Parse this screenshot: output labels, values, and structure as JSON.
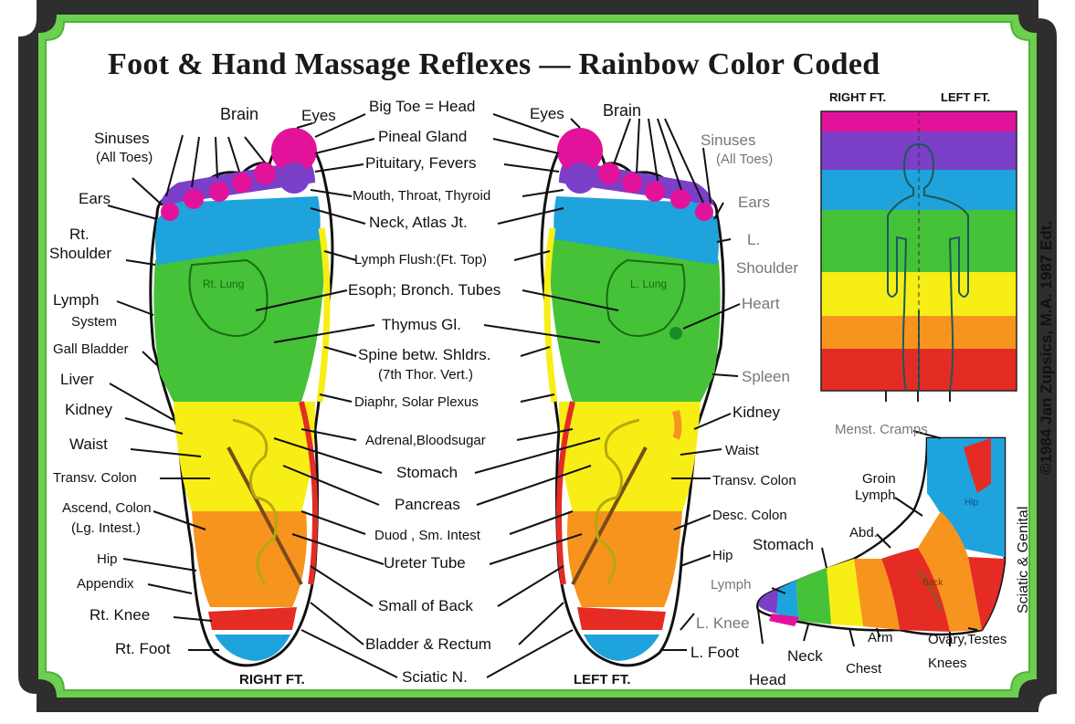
{
  "title": "Foot & Hand Massage Reflexes — Rainbow Color Coded",
  "copyright": "©1984 Jan Zupsics, M.A. 1987 Edt.",
  "foot_captions": {
    "right": "RIGHT FT.",
    "left": "LEFT FT."
  },
  "chart_captions": {
    "right": "RIGHT FT.",
    "left": "LEFT FT."
  },
  "center_labels": [
    "Big Toe = Head",
    "Pineal Gland",
    "Pituitary, Fevers",
    "Mouth, Throat, Thyroid",
    "Neck, Atlas Jt.",
    "Lymph Flush:(Ft. Top)",
    "Esoph; Bronch. Tubes",
    "Thymus Gl.",
    "Spine betw. Shldrs.",
    "(7th Thor. Vert.)",
    "Diaphr, Solar Plexus",
    "Adrenal,Bloodsugar",
    "Stomach",
    "Pancreas",
    "Duod , Sm. Intest",
    "Ureter Tube",
    "Small of Back",
    "Bladder & Rectum",
    "Sciatic N."
  ],
  "right_foot_labels": {
    "brain": "Brain",
    "eyes": "Eyes",
    "sinuses": "Sinuses",
    "all_toes": "(All Toes)",
    "ears": "Ears",
    "shoulder_1": "Rt.",
    "shoulder_2": "Shoulder",
    "lymph_1": "Lymph",
    "lymph_2": "System",
    "gall": "Gall Bladder",
    "liver": "Liver",
    "kidney": "Kidney",
    "waist": "Waist",
    "transv": "Transv. Colon",
    "ascend": "Ascend, Colon",
    "lg_intest": "(Lg. Intest.)",
    "hip": "Hip",
    "appendix": "Appendix",
    "knee": "Rt. Knee",
    "foot": "Rt. Foot",
    "lung": "Rt. Lung"
  },
  "left_foot_labels": {
    "eyes": "Eyes",
    "brain": "Brain",
    "sinuses": "Sinuses",
    "all_toes": "(All Toes)",
    "ears": "Ears",
    "shoulder_1": "L.",
    "shoulder_2": "Shoulder",
    "heart": "Heart",
    "spleen": "Spleen",
    "kidney": "Kidney",
    "waist": "Waist",
    "transv": "Transv. Colon",
    "desc": "Desc. Colon",
    "hip": "Hip",
    "lymph": "Lymph",
    "knee": "L. Knee",
    "foot": "L. Foot",
    "lung": "L. Lung"
  },
  "side_foot_labels": {
    "menst": "Menst. Cramps",
    "groin": "Groin",
    "groin_lymph": "Lymph",
    "abd": "Abd.",
    "stomach": "Stomach",
    "arm": "Arm",
    "neck": "Neck",
    "chest": "Chest",
    "head": "Head",
    "knees": "Knees",
    "ovary": "Ovary,Testes",
    "sciatic": "Sciatic & Genital",
    "hip": "Hip",
    "back": "Back"
  },
  "colors": {
    "magenta": "#e2139a",
    "purple": "#7b3fc8",
    "blue": "#1ea3dc",
    "green": "#45c238",
    "yellow": "#f7ee15",
    "orange": "#f7941d",
    "red": "#e42c25",
    "border_green": "#6dcf4f",
    "outer": "#2b2b2b"
  }
}
